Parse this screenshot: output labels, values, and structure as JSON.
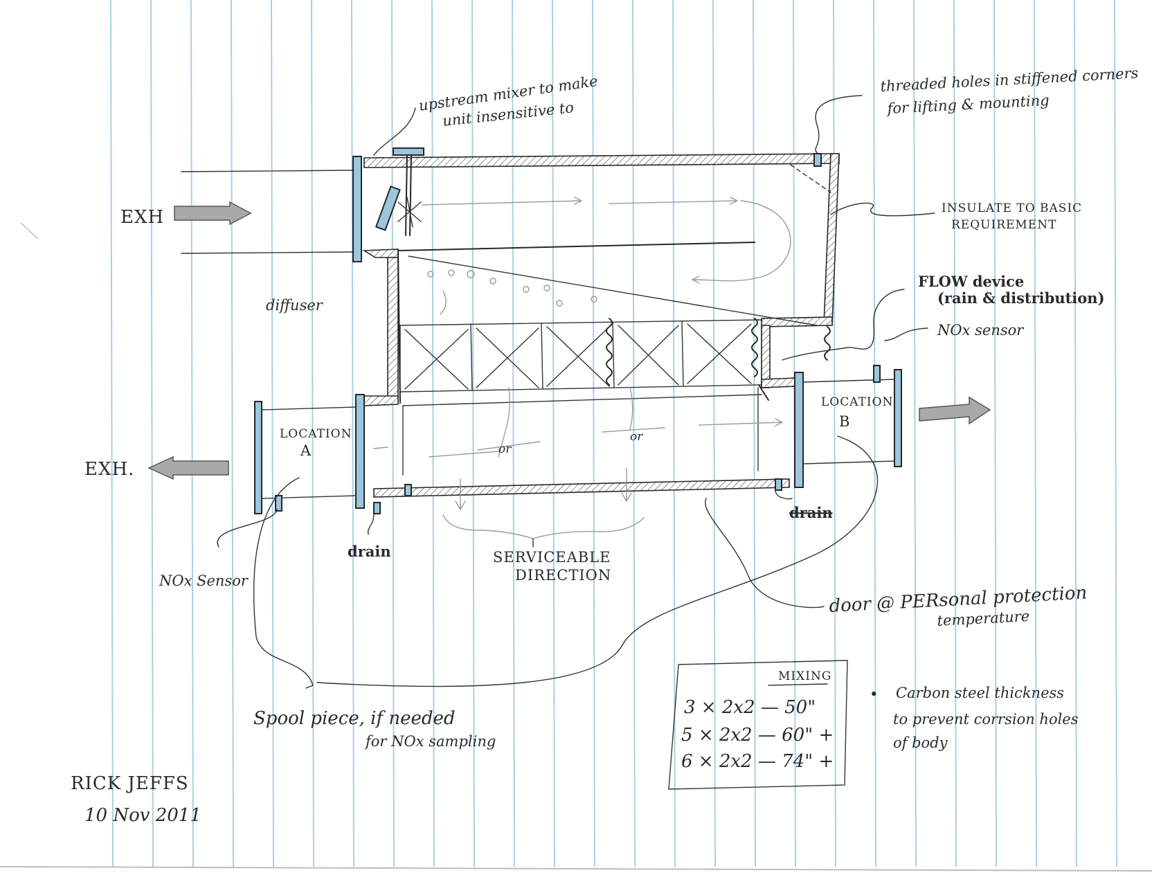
{
  "labels": {
    "exh_in": "EXH",
    "exh_out": "EXH.",
    "mixer_line1": "upstream mixer to make",
    "mixer_line2": "unit insensitive to",
    "holes_line1": "threaded holes in stiffened corners",
    "holes_line2": "for lifting & mounting",
    "insulate_line1": "INSULATE TO BASIC",
    "insulate_line2": "REQUIREMENT",
    "flow_line1": "FLOW device",
    "flow_line2": "(rain & distribution)",
    "nox_sensor_b": "NOx sensor",
    "diffuser": "diffuser",
    "location_a_line1": "LOCATION",
    "location_a_line2": "A",
    "location_b_line1": "LOCATION",
    "location_b_line2": "B",
    "drain_left": "drain",
    "drain_right": "drain",
    "serviceable_line1": "SERVICEABLE",
    "serviceable_line2": "DIRECTION",
    "nox_sensor_a": "NOx Sensor",
    "door_line1": "door @ PERsonal protection",
    "door_line2": "temperature",
    "spool_line1": "Spool piece, if needed",
    "spool_line2": "for NOx sampling",
    "flow_or_1": "or",
    "flow_or_2": "or"
  },
  "mixing_table": {
    "title": "MIXING",
    "rows": [
      "3 × 2x2 — 50\"",
      "5 × 2x2 — 60\" +",
      "6 × 2x2 — 74\" +"
    ]
  },
  "note": {
    "bullet": "•",
    "line1": "Carbon steel thickness",
    "line2": "to prevent corrsion holes",
    "line3": "of body"
  },
  "signature": {
    "name": "RICK JEFFS",
    "date": "10 Nov 2011"
  },
  "colors": {
    "paper_rule": "#a9cfe6",
    "ink": "#262626",
    "flange_blue": "#9cc6dc",
    "arrow_gray": "#a9a9a9"
  }
}
